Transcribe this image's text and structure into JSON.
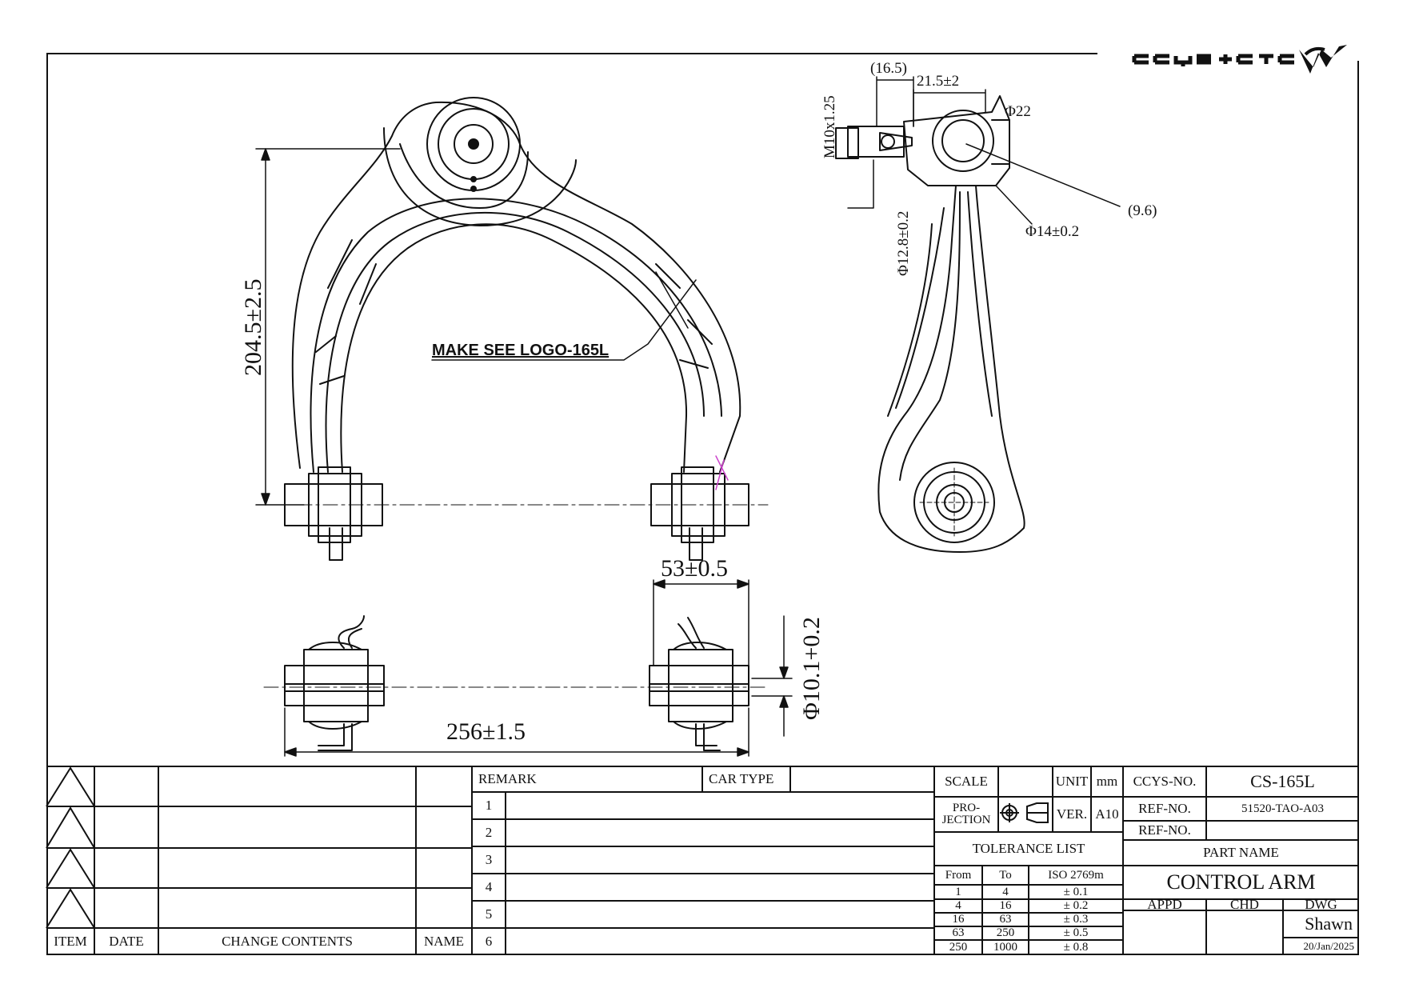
{
  "logo_text": "CCYS+CTC",
  "notes": {
    "logo_callout": "MAKE SEE LOGO-165L"
  },
  "dimensions": {
    "height": "204.5±2.5",
    "bushing_width": "53±0.5",
    "bushing_bore": "Φ10.1+0.2",
    "overall_length": "256±1.5",
    "stud_length": "(16.5)",
    "stud_offset": "21.5±2",
    "thread": "M10x1.25",
    "ball_dia": "Φ22",
    "taper_dia_small": "Φ12.8±0.2",
    "taper_dia_large": "Φ14±0.2",
    "taper_length": "(9.6)"
  },
  "revision_table": {
    "headers": {
      "item": "ITEM",
      "date": "DATE",
      "change": "CHANGE CONTENTS",
      "name": "NAME"
    }
  },
  "remarks": {
    "remark_label": "REMARK",
    "car_type_label": "CAR TYPE",
    "rows": [
      "1",
      "2",
      "3",
      "4",
      "5",
      "6"
    ]
  },
  "spec": {
    "scale_label": "SCALE",
    "scale_value": "",
    "unit_label": "UNIT",
    "unit_value": "mm",
    "projection_label_1": "PRO-",
    "projection_label_2": "JECTION",
    "ver_label": "VER.",
    "ver_value": "A10"
  },
  "tolerance": {
    "title": "TOLERANCE LIST",
    "headers": [
      "From",
      "To",
      "ISO 2769m"
    ],
    "rows": [
      [
        "1",
        "4",
        "± 0.1"
      ],
      [
        "4",
        "16",
        "± 0.2"
      ],
      [
        "16",
        "63",
        "± 0.3"
      ],
      [
        "63",
        "250",
        "± 0.5"
      ],
      [
        "250",
        "1000",
        "± 0.8"
      ]
    ]
  },
  "part_info": {
    "ccys_no_label": "CCYS-NO.",
    "ccys_no": "CS-165L",
    "ref_no_label": "REF-NO.",
    "ref_no": "51520-TAO-A03",
    "ref_no2_label": "REF-NO.",
    "ref_no2": "",
    "part_name_label": "PART NAME",
    "part_name": "CONTROL ARM",
    "appd_label": "APPD",
    "chd_label": "CHD",
    "dwg_label": "DWG",
    "dwg_by": "Shawn",
    "date": "20/Jan/2025"
  },
  "colors": {
    "line": "#111111",
    "annotation": "#cc44cc"
  }
}
